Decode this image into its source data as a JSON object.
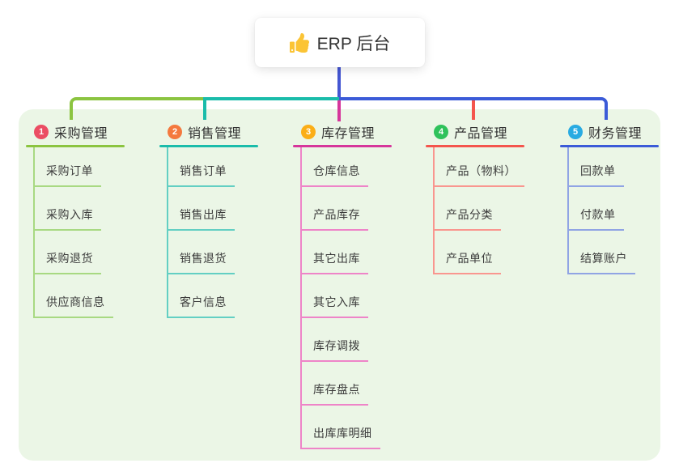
{
  "root": {
    "label": "ERP 后台",
    "icon": "thumbs-up-icon",
    "card_color": "#ffffff",
    "line_color": "#4456d2"
  },
  "panel_color": "#ebf6e6",
  "branches": [
    {
      "num": "1",
      "label": "采购管理",
      "badge_color": "#eb4d63",
      "line_color": "#8bc440",
      "child_line_color": "#a8d982",
      "children": [
        "采购订单",
        "采购入库",
        "采购退货",
        "供应商信息"
      ]
    },
    {
      "num": "2",
      "label": "销售管理",
      "badge_color": "#f4793e",
      "line_color": "#1abcaa",
      "child_line_color": "#63cfc3",
      "children": [
        "销售订单",
        "销售出库",
        "销售退货",
        "客户信息"
      ]
    },
    {
      "num": "3",
      "label": "库存管理",
      "badge_color": "#fbae17",
      "line_color": "#d6369b",
      "child_line_color": "#ee84c8",
      "children": [
        "仓库信息",
        "产品库存",
        "其它出库",
        "其它入库",
        "库存调拨",
        "库存盘点",
        "出库库明细"
      ]
    },
    {
      "num": "4",
      "label": "产品管理",
      "badge_color": "#2fc25b",
      "line_color": "#f4554d",
      "child_line_color": "#f9968f",
      "children": [
        "产品（物料）",
        "产品分类",
        "产品单位"
      ]
    },
    {
      "num": "5",
      "label": "财务管理",
      "badge_color": "#29abe2",
      "line_color": "#3b5bd8",
      "child_line_color": "#90a4e4",
      "children": [
        "回款单",
        "付款单",
        "结算账户"
      ]
    }
  ]
}
